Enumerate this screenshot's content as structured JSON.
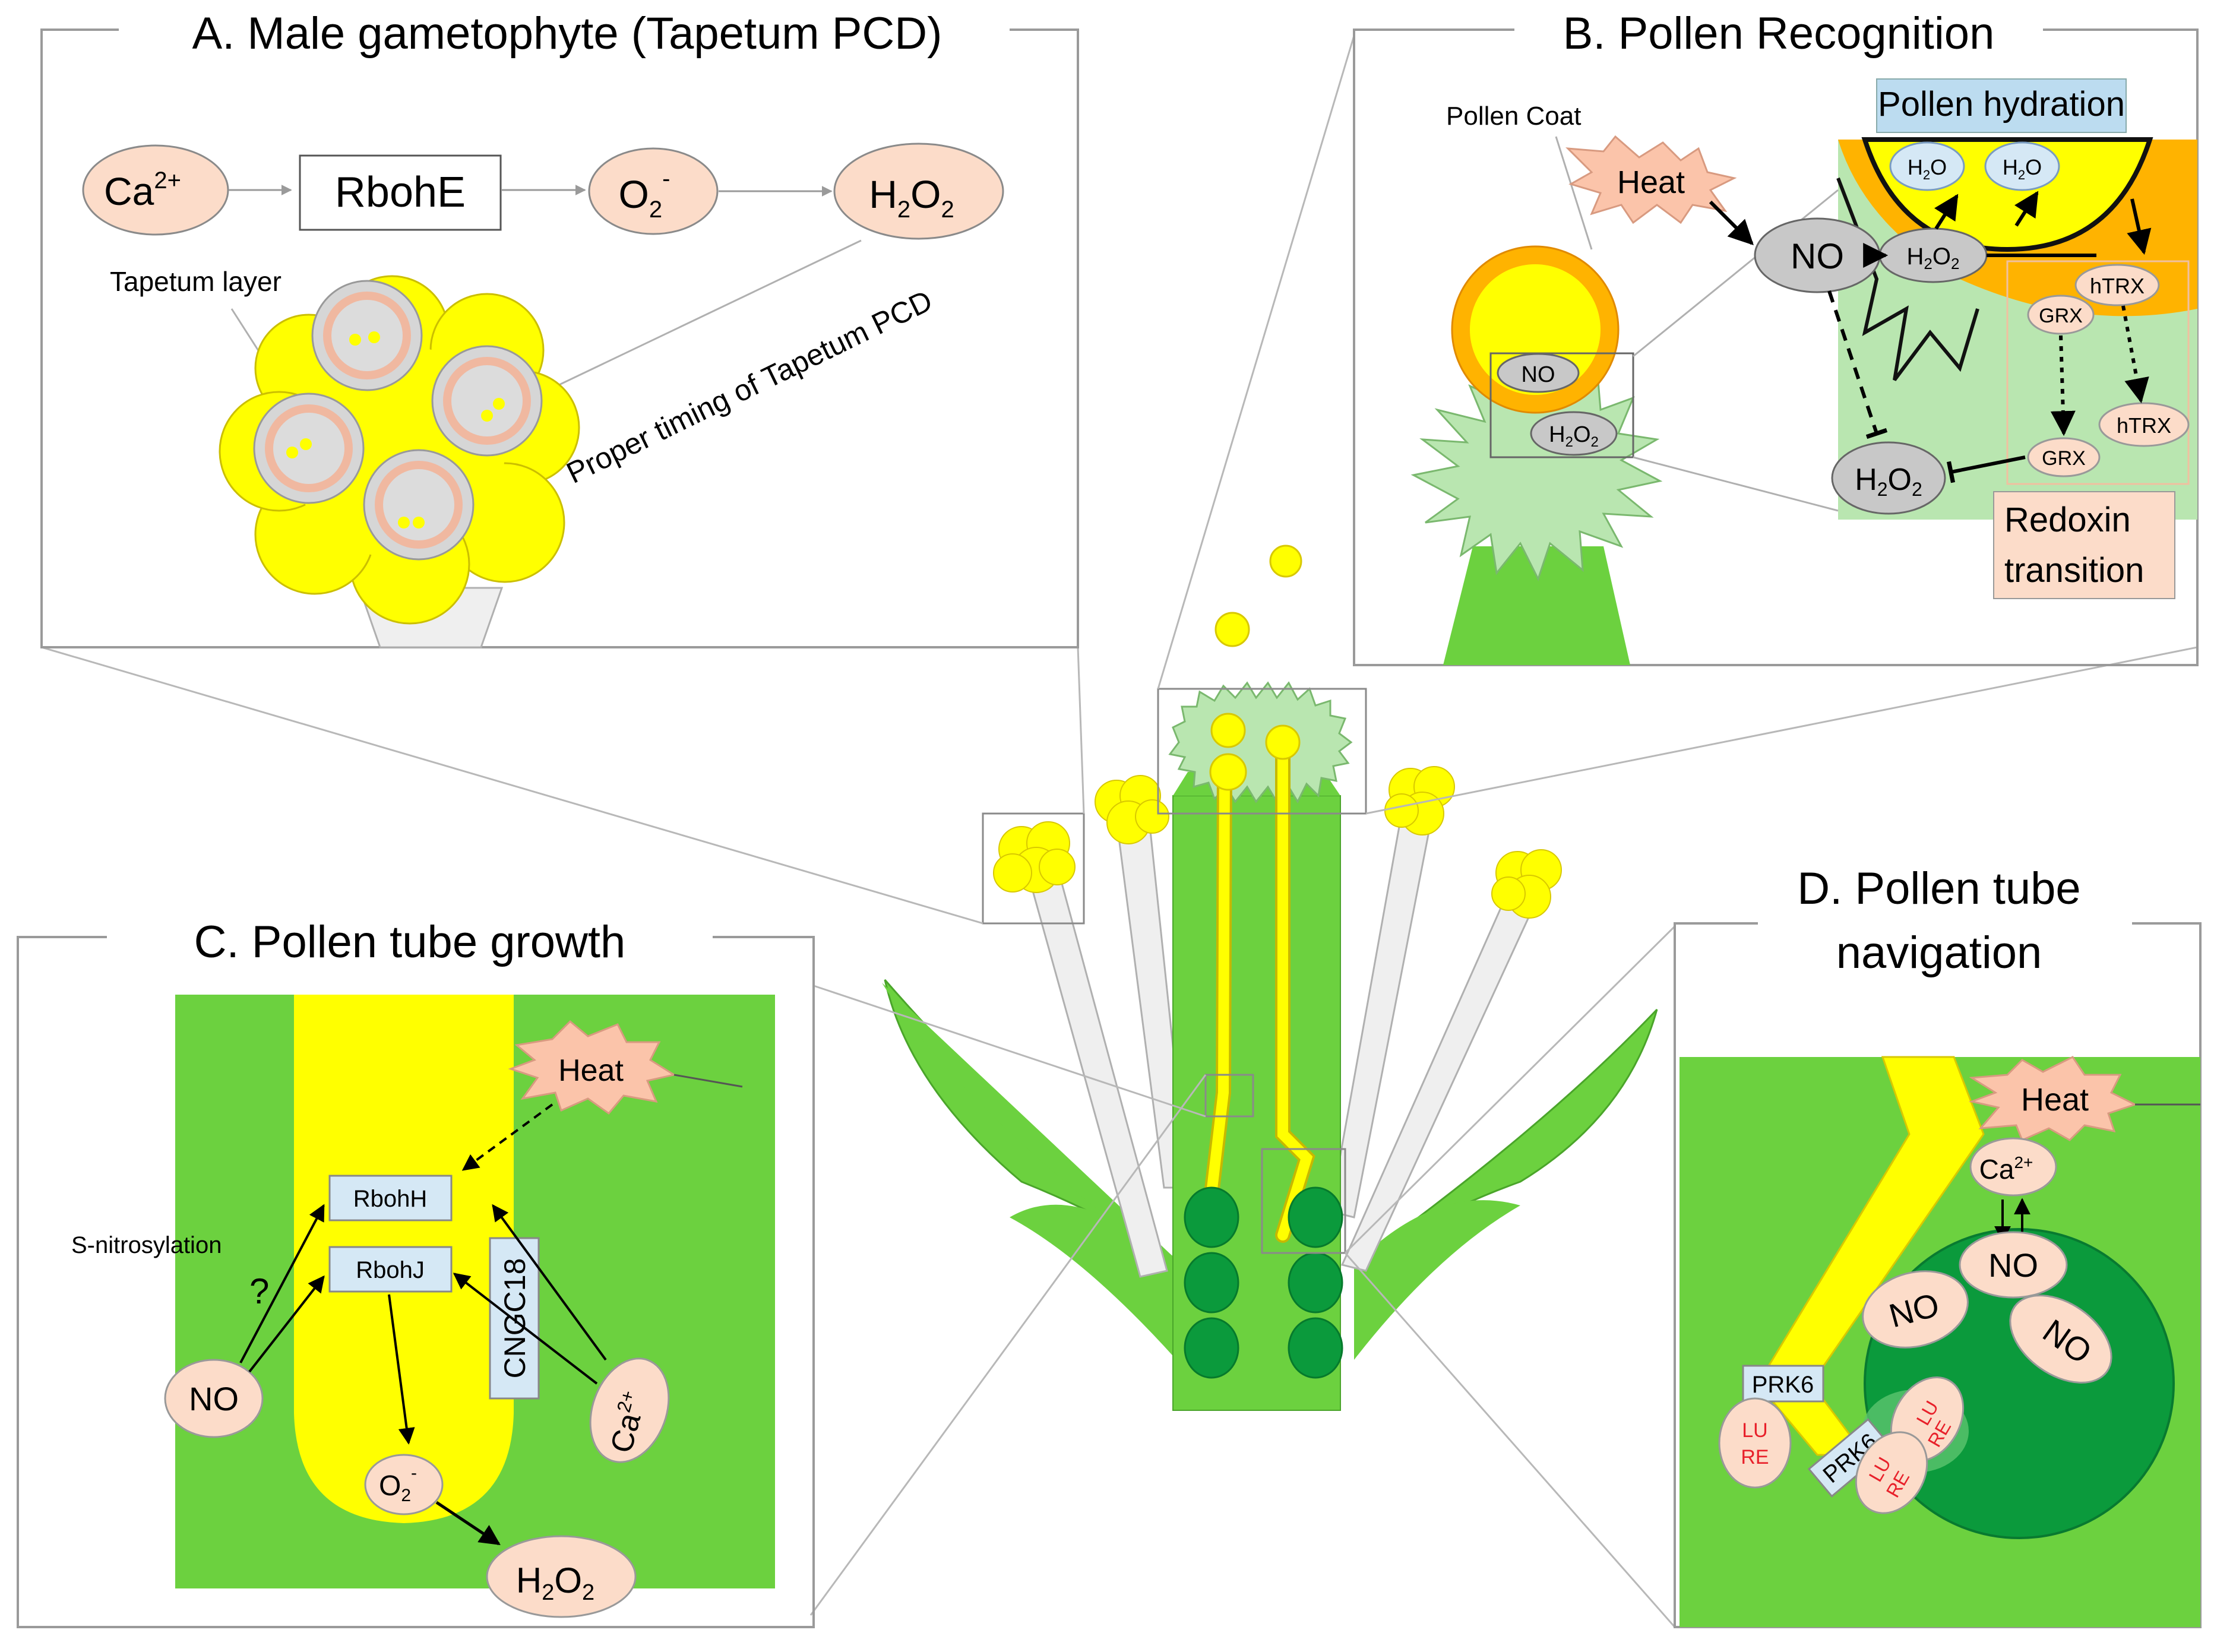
{
  "panels": {
    "a": {
      "title": "A. Male gametophyte (Tapetum PCD)",
      "ca": "Ca",
      "ca_sup": "2+",
      "rbohe": "RbohE",
      "o2": "O",
      "o2_sub": "2",
      "o2_sup": "-",
      "h2o2_h": "H",
      "h2o2_2a": "2",
      "h2o2_o": "O",
      "h2o2_2b": "2",
      "tapetum_label": "Tapetum layer",
      "pcd_label": "Proper timing of Tapetum PCD"
    },
    "b": {
      "title": "B. Pollen Recognition",
      "pollen_coat": "Pollen Coat",
      "heat": "Heat",
      "no": "NO",
      "no_small": "NO",
      "h2o2": "H",
      "pollen_hydration": "Pollen hydration",
      "h2o": "H",
      "grx": "GRX",
      "htrx": "hTRX",
      "redoxin_line1": "Redoxin",
      "redoxin_line2": "transition"
    },
    "c": {
      "title": "C. Pollen tube growth",
      "heat": "Heat",
      "rbohh": "RbohH",
      "rbohj": "RbohJ",
      "cngc18": "CNGC18",
      "s_nitrosylation": "S-nitrosylation",
      "question": "?",
      "no": "NO",
      "ca": "Ca",
      "ca_sup": "2+",
      "o2": "O",
      "h2o2": "H"
    },
    "d": {
      "title_line1": "D. Pollen tube",
      "title_line2": "navigation",
      "heat": "Heat",
      "ca": "Ca",
      "ca_sup": "2+",
      "no": "NO",
      "prk6": "PRK6",
      "lu": "LU",
      "re": "RE"
    }
  },
  "colors": {
    "green": "#6cd13f",
    "dark_green": "#0b9a3c",
    "light_green": "#b9e6b0",
    "yellow": "#ffff00",
    "orange": "#ffb300",
    "peach": "#fcdcc9",
    "heat": "#fbc4aa",
    "grey_oval": "#c8c8c8",
    "blue_box": "#d5e8f5",
    "lure_red": "#e8202a"
  }
}
